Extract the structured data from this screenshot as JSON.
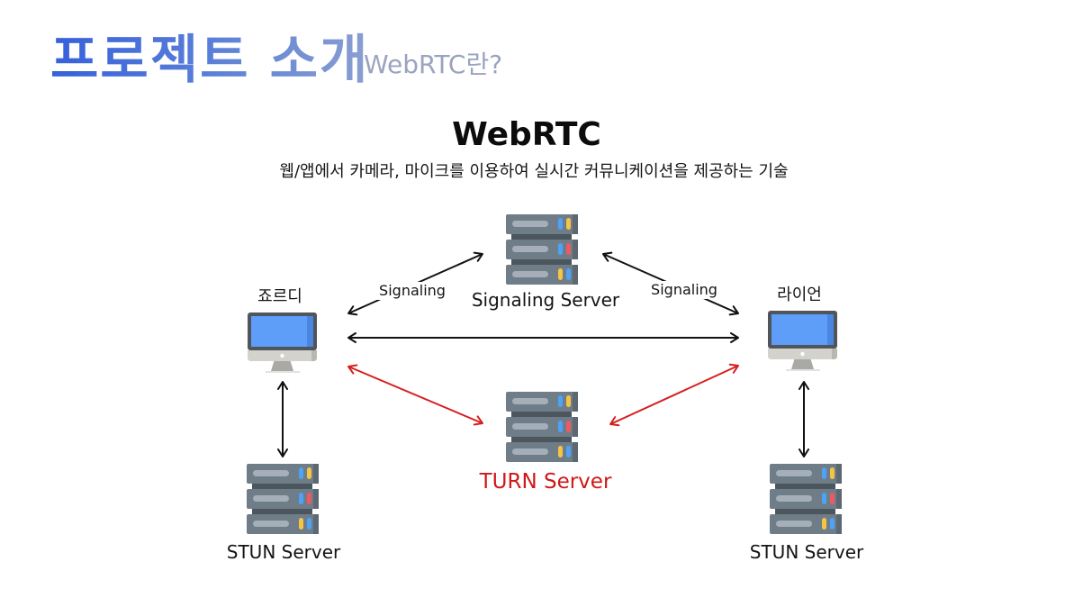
{
  "header": {
    "title": "프로젝트 소개",
    "subtitle": "WebRTC란?"
  },
  "diagram": {
    "title": "WebRTC",
    "description": "웹/앱에서 카메라, 마이크를 이용하여 실시간 커뮤니케이션을 제공하는 기술",
    "colors": {
      "arrow": "#111111",
      "turn_arrow": "#d81e1e",
      "turn_label": "#d01818",
      "title_gradient_start": "#3660db",
      "title_gradient_end": "#8a9fd0",
      "subtitle": "#9aa3c0"
    },
    "nodes": {
      "signaling_server": {
        "label": "Signaling Server",
        "icon": "server-icon"
      },
      "turn_server": {
        "label": "TURN Server",
        "icon": "server-icon"
      },
      "peer_left": {
        "label": "죠르디",
        "icon": "monitor-icon"
      },
      "peer_right": {
        "label": "라이언",
        "icon": "monitor-icon"
      },
      "stun_left": {
        "label": "STUN Server",
        "icon": "server-icon"
      },
      "stun_right": {
        "label": "STUN Server",
        "icon": "server-icon"
      }
    },
    "edges": {
      "signaling_left": {
        "label": "Signaling",
        "from": "peer_left",
        "to": "signaling_server",
        "style": "bidirectional"
      },
      "signaling_right": {
        "label": "Signaling",
        "from": "peer_right",
        "to": "signaling_server",
        "style": "bidirectional"
      },
      "p2p": {
        "label": "",
        "from": "peer_left",
        "to": "peer_right",
        "style": "bidirectional"
      },
      "turn_left": {
        "label": "",
        "from": "peer_left",
        "to": "turn_server",
        "style": "bidirectional-red"
      },
      "turn_right": {
        "label": "",
        "from": "peer_right",
        "to": "turn_server",
        "style": "bidirectional-red"
      },
      "stun_left": {
        "label": "",
        "from": "peer_left",
        "to": "stun_left",
        "style": "bidirectional"
      },
      "stun_right": {
        "label": "",
        "from": "peer_right",
        "to": "stun_right",
        "style": "bidirectional"
      }
    },
    "server_led_colors": {
      "blue": "#4da3f7",
      "yellow": "#f5c445",
      "red": "#ee5a62"
    }
  }
}
